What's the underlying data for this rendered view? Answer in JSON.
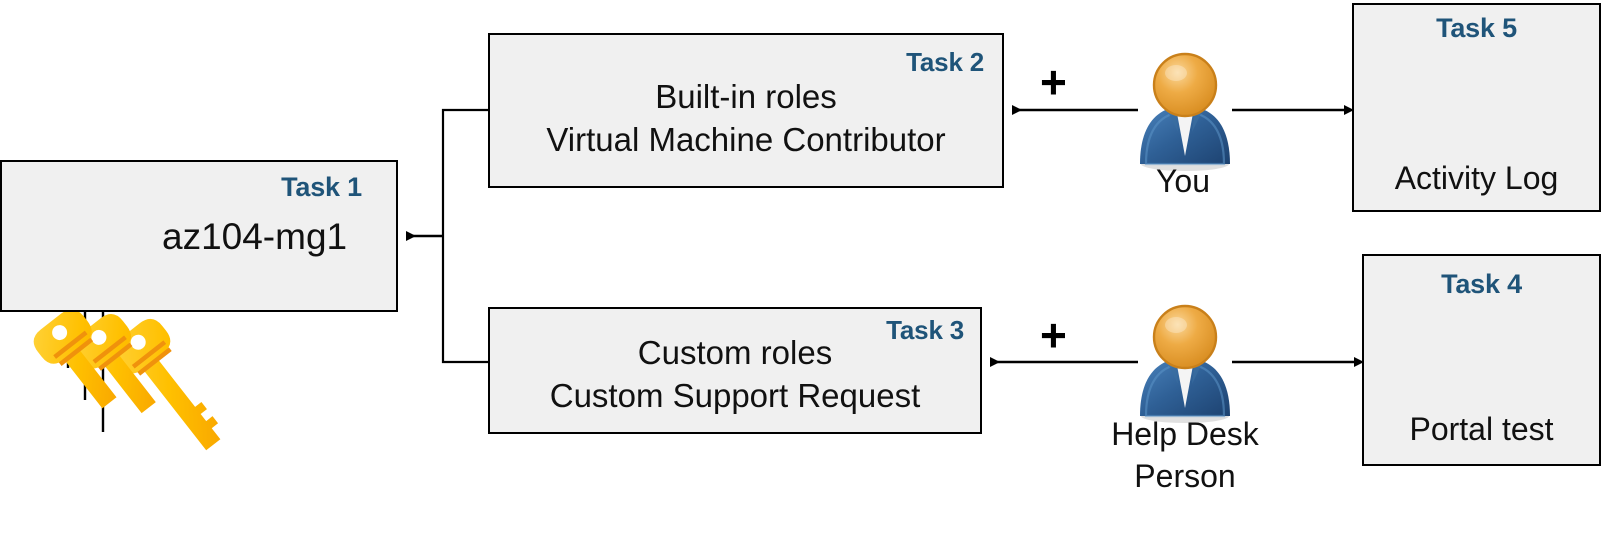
{
  "diagram": {
    "title": "Azure RBAC and Management Group task diagram",
    "colors": {
      "task_label": "#1f5479",
      "box_fill": "#f0f0f0",
      "box_border": "#000000",
      "connector": "#000000",
      "key_gold": "#ffc000",
      "key_gold_dark": "#f5a800",
      "person_head": "#e8a33d",
      "person_body": "#2f6096",
      "gauge_ring": "#1a84e0",
      "gauge_segment": "#27c1dd",
      "gauge_needle": "#e8413c",
      "portal_arrow": "#4aa3e8",
      "portal_bracket": "#b3b3b3",
      "mg_bracket": "#a6a6a6",
      "mg_root": "#a05fd1",
      "mg_mid": "#2e9bea",
      "mg_leaf": "#3fc1b0"
    },
    "nodes": [
      {
        "id": "task1",
        "task_label": "Task 1",
        "lines": [
          "az104-mg1"
        ],
        "icon": "management-group-icon"
      },
      {
        "id": "task2",
        "task_label": "Task 2",
        "lines": [
          "Built-in roles",
          "Virtual Machine Contributor"
        ],
        "icon": null
      },
      {
        "id": "task3",
        "task_label": "Task 3",
        "lines": [
          "Custom roles",
          "Custom Support Request"
        ],
        "icon": null
      },
      {
        "id": "task4",
        "task_label": "Task 4",
        "lines": [
          "Portal test"
        ],
        "icon": "external-link-icon"
      },
      {
        "id": "task5",
        "task_label": "Task 5",
        "lines": [
          "Activity Log"
        ],
        "icon": "gauge-icon"
      }
    ],
    "actors": [
      {
        "id": "you",
        "caption_lines": [
          "You"
        ],
        "icon": "person-icon"
      },
      {
        "id": "helpdesk",
        "caption_lines": [
          "Help Desk",
          "Person"
        ],
        "icon": "person-icon"
      }
    ],
    "operators": [
      {
        "id": "plus-top",
        "symbol": "+"
      },
      {
        "id": "plus-bottom",
        "symbol": "+"
      }
    ],
    "assets": [
      {
        "id": "keys",
        "icon": "keys-icon",
        "count": 3
      }
    ],
    "connectors": [
      {
        "id": "roles-to-mg",
        "from": "task2+task3",
        "to": "task1",
        "style": "bracket-arrow"
      },
      {
        "id": "you-to-task2",
        "from": "you",
        "to": "task2",
        "style": "arrow"
      },
      {
        "id": "you-to-task5",
        "from": "you",
        "to": "task5",
        "style": "arrow"
      },
      {
        "id": "helpdesk-to-task3",
        "from": "helpdesk",
        "to": "task3",
        "style": "arrow"
      },
      {
        "id": "helpdesk-to-task4",
        "from": "helpdesk",
        "to": "task4",
        "style": "arrow"
      },
      {
        "id": "keys-to-task1",
        "from": "keys",
        "to": "task1",
        "style": "triple-arrow"
      }
    ]
  }
}
